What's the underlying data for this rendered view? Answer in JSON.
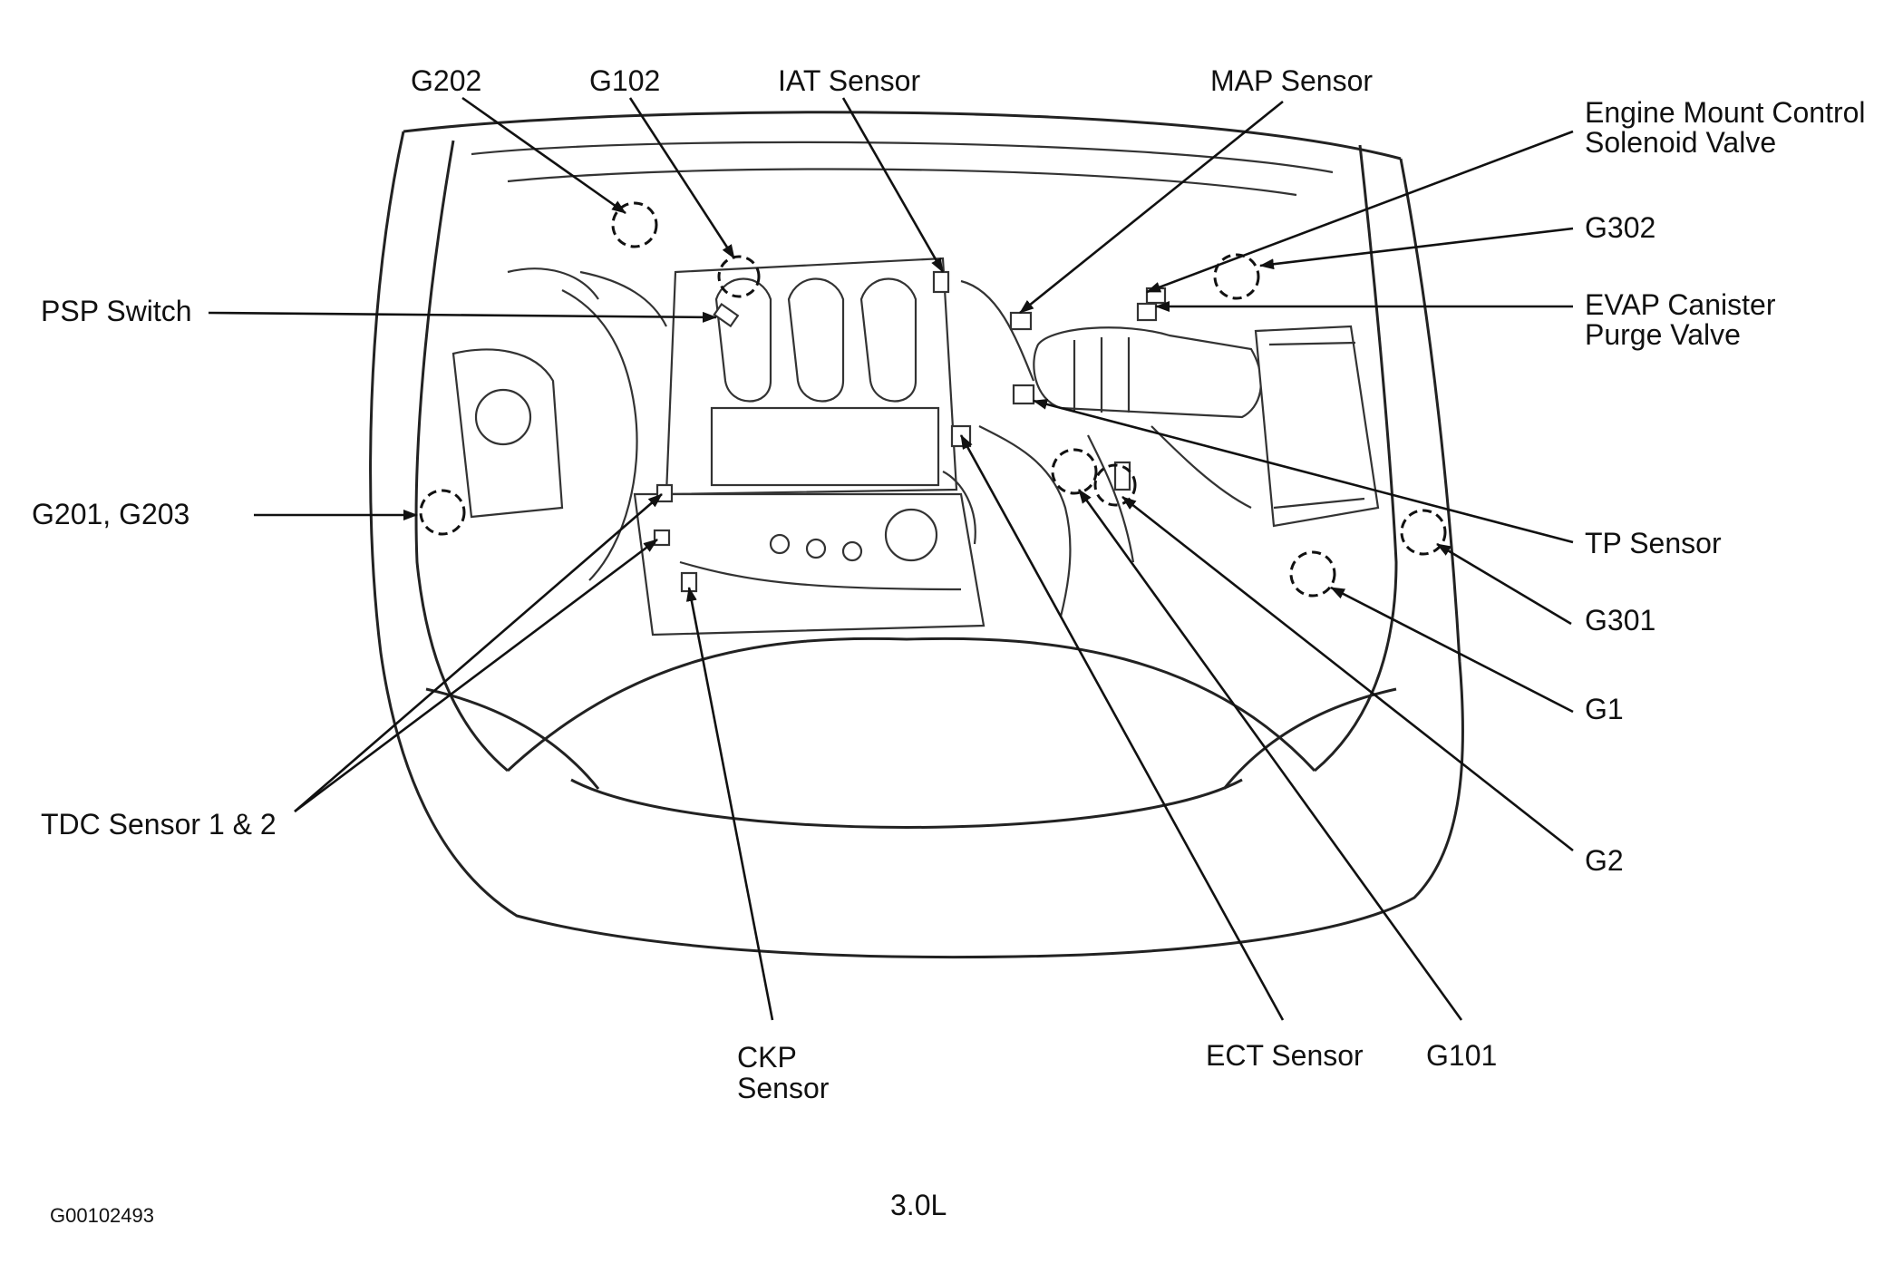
{
  "labels": {
    "g202": "G202",
    "g102": "G102",
    "iat_sensor": "IAT Sensor",
    "map_sensor": "MAP Sensor",
    "engine_mount_line1": "Engine Mount Control",
    "engine_mount_line2": "Solenoid Valve",
    "g302": "G302",
    "psp_switch": "PSP Switch",
    "evap_line1": "EVAP Canister",
    "evap_line2": "Purge Valve",
    "g201_g203": "G201, G203",
    "tp_sensor": "TP Sensor",
    "g301": "G301",
    "g1": "G1",
    "tdc_sensor": "TDC Sensor 1 & 2",
    "g2": "G2",
    "ckp_line1": "CKP",
    "ckp_line2": "Sensor",
    "ect_sensor": "ECT Sensor",
    "g101": "G101"
  },
  "footer": {
    "figure_id": "G00102493",
    "engine": "3.0L"
  }
}
